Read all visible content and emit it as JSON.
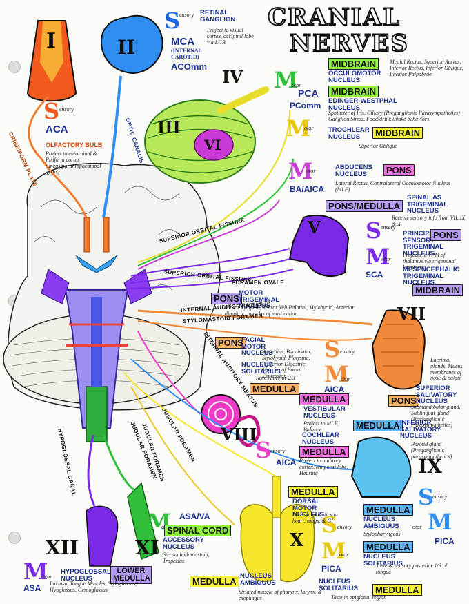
{
  "title_line1": "CRANIAL",
  "title_line2": "NERVES",
  "nerves": {
    "I": {
      "numeral": "I",
      "modality_letter": "S",
      "modality_word": "ensory",
      "artery": "ACA",
      "olfactory_bulb_label": "OLFACTORY BULB",
      "note": "Project to entorhinal & Piriform cortex (uncus/parahippocampal gyrus)",
      "tract": "CRIBRIFORM PLATE"
    },
    "II": {
      "numeral": "II",
      "modality_letter": "S",
      "modality_word": "ensory",
      "ganglion": "RETINAL GANGLION",
      "note": "Project to visual cortex, occipital lobe via LGB",
      "artery1": "MCA",
      "artery_note": "(INTERNAL CAROTID)",
      "artery2": "ACOmm",
      "tract": "OPTIC CANALIS"
    },
    "III": {
      "numeral": "III",
      "modality_letter": "M",
      "modality_word": "otor",
      "artery1": "PCA",
      "artery2": "PComm",
      "loc1": "MIDBRAIN",
      "nucleus1": "OCCULOMOTOR NUCLEUS",
      "note1": "Medial Rectus, Superior Rectus, Inferior Rectus, Inferior Oblique, Levator Palpabrae",
      "loc2": "MIDBRAIN",
      "nucleus2": "EDINGER-WESTPHAL NUCLEUS",
      "note2": "Sphincter of Iris, Ciliary (Preganglionic Parasympathetics) Ganglion Stress, Food/drink intake behaviors"
    },
    "IV": {
      "numeral": "IV",
      "modality_letter": "M",
      "modality_word": "otor",
      "nucleus": "TROCHLEAR NUCLEUS",
      "loc": "MIDBRAIN",
      "note": "Superior Oblique"
    },
    "VI": {
      "numeral": "VI",
      "modality_letter": "M",
      "modality_word": "otor",
      "artery": "BA/AICA",
      "nucleus": "ABDUCENS NUCLEUS",
      "loc": "PONS",
      "note": "Lateral Rectus, Contralateral Occulomotor Nucleus (MLF)"
    },
    "V": {
      "numeral": "V",
      "loc_top": "PONS/MEDULLA",
      "s_letter": "S",
      "s_word": "ensory",
      "m_letter": "M",
      "m_word": "otor",
      "artery": "SCA",
      "nucleus_spinal": "SPINAL AS TRIGEMINAL NUCLEUS",
      "note_spinal": "Receive sensory info from VII, IX & X",
      "nucleus_principal": "PRINCIPAL SENSORY TRIGEMINAL NUCLEUS",
      "loc_principal": "PONS",
      "note_principal": "Projects to VPM of thalamus via trigeminal lemniscus",
      "nucleus_mes": "MESENCEPHALIC TRIGEMINAL NUCLEUS",
      "loc_mes": "MIDBRAIN",
      "loc_motor": "PONS",
      "nucleus_motor": "MOTOR TRIGEMINAL NUCLEUS",
      "note_motor": "Tensor Tympani, Tensor Veli Palatini, Mylohyoid, Anterior digastric, muscles of mastication",
      "foramen": "FORAMEN OVALE",
      "tract1": "SUPERIOR ORBITAL FISSURE",
      "tract2": "SUPERIOR ORBITAL FISSURE"
    },
    "VII": {
      "numeral": "VII",
      "s_letter": "S",
      "s_word": "ensory",
      "m_letter": "M",
      "m_word": "otor",
      "artery": "AICA",
      "loc_motor": "PONS",
      "nucleus_motor": "FACIAL MOTOR NUCLEUS",
      "note_motor": "Stapedius, Buccinator, Stylohyoid, Platysma, Posterior Digastric, Muscles of Facial Expression",
      "nucleus_solitarius": "NUCLEUS SOLITARIUS",
      "note_solitarius": "Taste Anterior 2/3",
      "loc_solitarius": "MEDULLA",
      "loc_salivatory": "PONS",
      "nucleus_salivatory": "SUPERIOR SALIVATORY NUCLEUS",
      "note_salivatory": "Submandibular gland, Sublingual gland (Preganglionic Parasympathetics)",
      "side_note": "Lacrimal glands, Mucus membranes of nose & palate",
      "tract": "INTERNAL AUDITORY MEATUS",
      "tract2": "STYLOMASTOID FORAMEN"
    },
    "VIII": {
      "numeral": "VIII",
      "s_letter": "S",
      "s_word": "ensory",
      "artery": "AICA",
      "loc_vestibular": "MEDULLA",
      "nucleus_vestibular": "VESTIBULAR NUCLEUS",
      "note_vestibular": "Project to MLF, Balance",
      "nucleus_cochlear": "COCHLEAR NUCLEUS",
      "loc_cochlear": "MEDULLA",
      "note_cochlear": "Project to auditory cortex, temporal lobe, Hearing",
      "tract": "INTERNAL AUDITORY MEATUS"
    },
    "IX": {
      "numeral": "IX",
      "s_letter": "S",
      "s_word": "ensory",
      "m_letter": "M",
      "m_word": "otor",
      "artery": "PICA",
      "loc_salivatory": "MEDULLA",
      "nucleus_salivatory": "INFERIOR SALIVATORY NUCLEUS",
      "note_salivatory": "Parotid gland (Preganglionic parasympathetics)",
      "loc_ambiguus": "MEDULLA",
      "nucleus_ambiguus": "NUCLEUS AMBIGUUS",
      "note_ambiguus": "Stylopharyngeus",
      "loc_solitarius": "MEDULLA",
      "nucleus_solitarius": "NUCLEUS SOLITARIUS",
      "note_solitarius": "Taste & sensory posterior 1/3 of tongue",
      "tract": "JUGULAR FORAMEN"
    },
    "X": {
      "numeral": "X",
      "s_letter": "S",
      "s_word": "ensory",
      "m_letter": "M",
      "m_word": "otor",
      "artery": "PICA",
      "loc_dorsal": "MEDULLA",
      "nucleus_dorsal": "DORSAL MOTOR NUCLEUS",
      "note_dorsal": "Parasympathetics to heart, lungs, & GI",
      "loc_ambiguus": "MEDULLA",
      "nucleus_ambiguus": "NUCLEUS AMBIGUUS",
      "note_ambiguus": "Striated muscle of pharynx, larynx, & esophagus",
      "nucleus_solitarius": "NUCLEUS SOLITARIUS",
      "loc_solitarius": "MEDULLA",
      "note_solitarius": "Taste in epiglottal region",
      "tract": "JUGULAR FORAMEN"
    },
    "XI": {
      "numeral": "XI",
      "m_letter": "M",
      "m_word": "otor",
      "artery": "ASA/VA",
      "loc": "SPINAL CORD",
      "nucleus": "ACCESSORY NUCLEUS",
      "note": "Sternocleidomastoid, Trapezius",
      "tract": "JUGULAR FORAMEN"
    },
    "XII": {
      "numeral": "XII",
      "m_letter": "M",
      "m_word": "otor",
      "artery": "ASA",
      "nucleus": "HYPOGLOSSAL NUCLEUS",
      "loc": "LOWER MEDULLA",
      "note": "Intrinsic Tongue Muscles, Styloglossus, Hyoglossus, Genioglossus",
      "tract": "HYPOGLOSSAL CANAL"
    }
  }
}
